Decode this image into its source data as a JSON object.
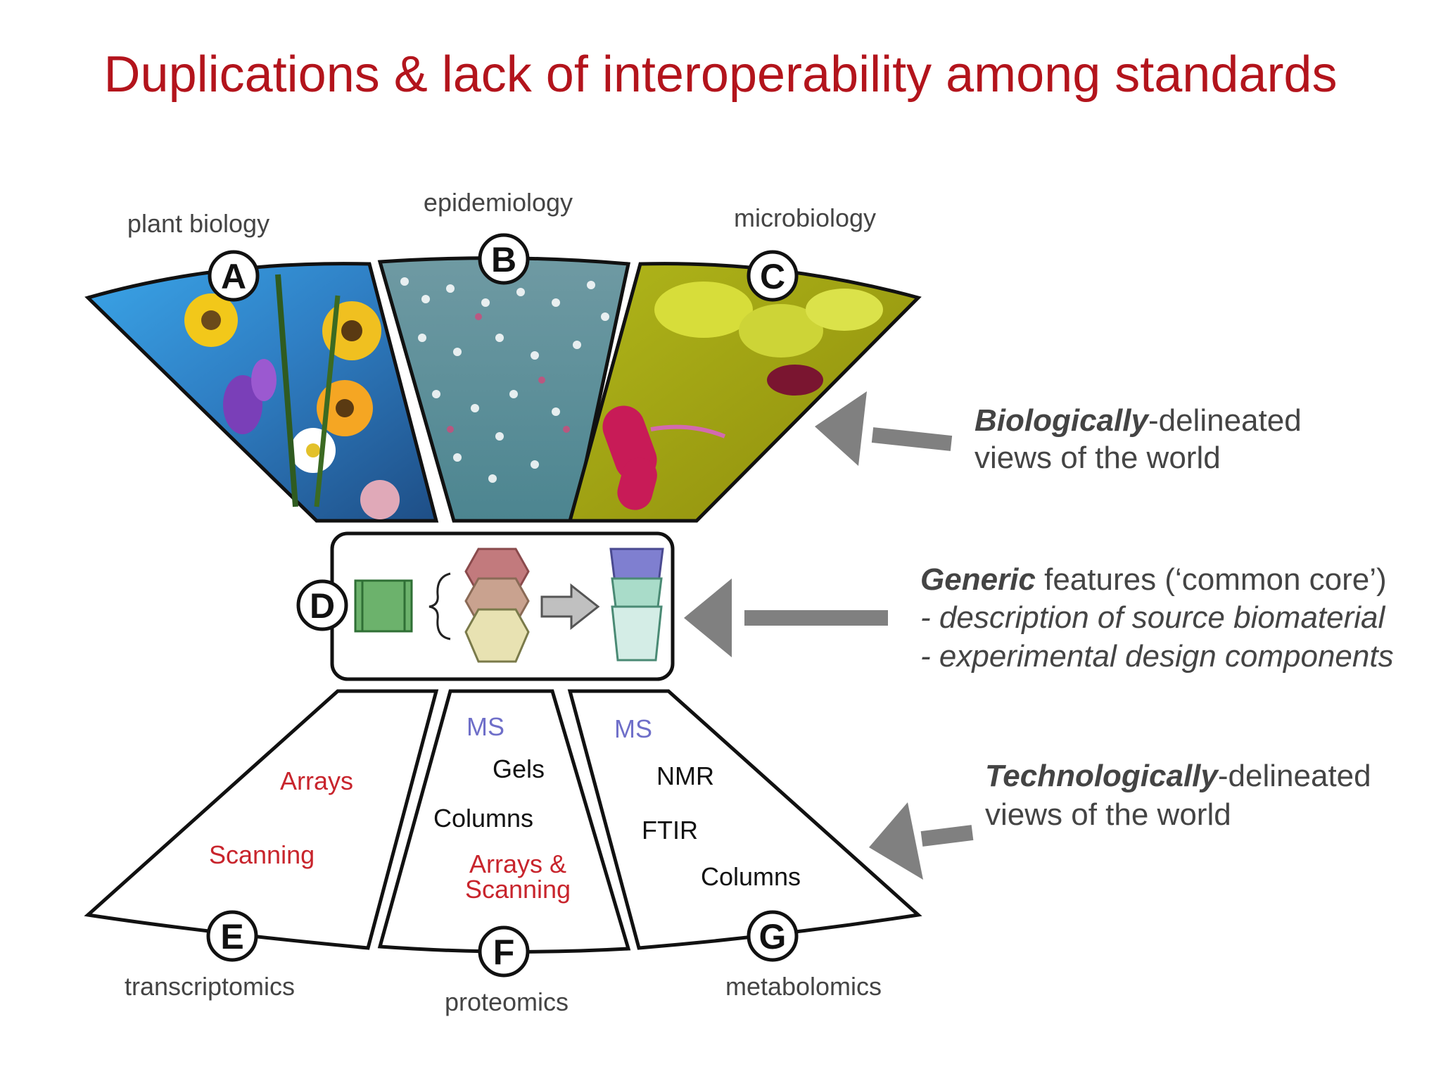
{
  "title": "Duplications & lack of interoperability among standards",
  "top_panels": [
    {
      "letter": "A",
      "label": "plant biology"
    },
    {
      "letter": "B",
      "label": "epidemiology"
    },
    {
      "letter": "C",
      "label": "microbiology"
    }
  ],
  "middle_panel": {
    "letter": "D"
  },
  "bottom_panels": [
    {
      "letter": "E",
      "label": "transcriptomics",
      "items": [
        "Arrays",
        "Scanning"
      ]
    },
    {
      "letter": "F",
      "label": "proteomics",
      "items": [
        "MS",
        "Gels",
        "Columns",
        "Arrays &",
        "Scanning"
      ]
    },
    {
      "letter": "G",
      "label": "metabolomics",
      "items": [
        "MS",
        "NMR",
        "FTIR",
        "Columns"
      ]
    }
  ],
  "annotations": {
    "bio": {
      "bold": "Biologically",
      "rest": "-delineated",
      "line2": "views of the world"
    },
    "generic": {
      "bold": "Generic",
      "rest": " features (‘common core’)",
      "line2": "- description of source biomaterial",
      "line3": "- experimental design components"
    },
    "tech": {
      "bold": "Technologically",
      "rest": "-delineated",
      "line2": "views of the world"
    }
  },
  "colors": {
    "title": "#b3141c",
    "tech_red": "#c8242c",
    "tech_blue": "#6f6fc9",
    "arrow": "#808080"
  }
}
